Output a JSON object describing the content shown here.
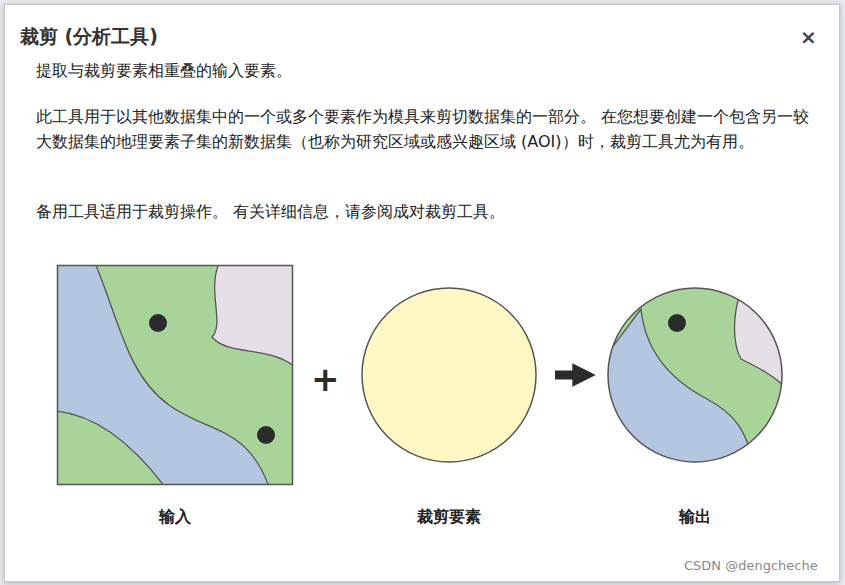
{
  "diagram": {
    "title": "裁剪 (分析工具)",
    "nodes": [
      {
        "text": [
          "输入"
        ]
      },
      {
        "text": [
          "裁剪要素"
        ]
      },
      {
        "text": [
          "输出"
        ]
      }
    ],
    "edges": [
      {
        "from": 1,
        "to": 2,
        "arrow": "to"
      }
    ],
    "labels": [
      "×",
      "提取与裁剪要素相重叠的输入要素。",
      "此工具用于以其他数据集中的一个或多个要素作为模具来剪切数据集的一部分。 在您想要创建一个包含另一较大数据集的地理要素子集的新数据集（也称为研究区域或感兴趣区域 (AOI)）时，裁剪工具尤为有用。",
      "备用工具适用于裁剪操作。 有关详细信息，请参阅成对裁剪工具。",
      "+",
      "CSDN @dengcheche"
    ]
  }
}
